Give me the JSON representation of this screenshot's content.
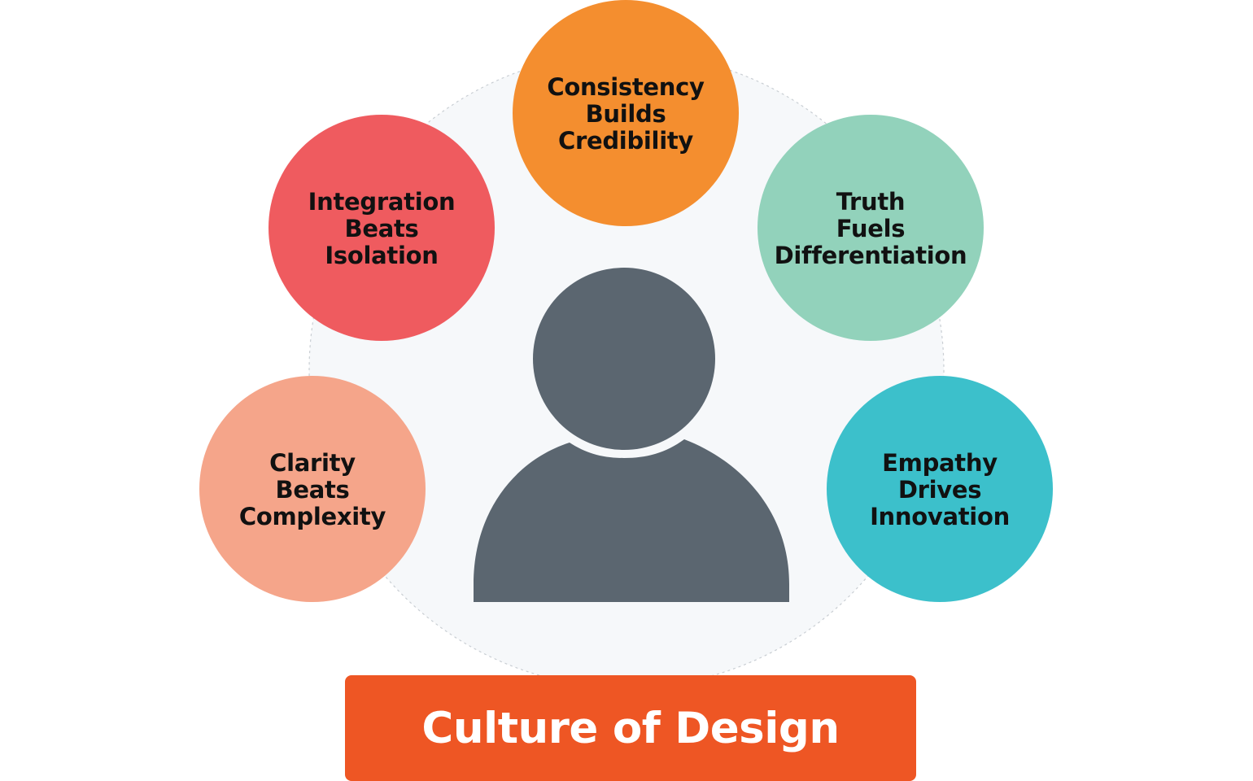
{
  "colors": {
    "backdrop_fill": "#f6f8fa",
    "backdrop_outline": "#c9ced3",
    "person_icon": "#5b6670",
    "consistency": "#f48e2f",
    "integration": "#ef5b5f",
    "truth": "#92d2bb",
    "clarity": "#f5a58a",
    "empathy": "#3cc0cb",
    "banner": "#ee5624",
    "banner_text": "#ffffff",
    "principle_text": "#111111"
  },
  "center_icon": "person-icon",
  "principles": {
    "consistency": {
      "lines": [
        "Consistency",
        "Builds",
        "Credibility"
      ]
    },
    "integration": {
      "lines": [
        "Integration",
        "Beats",
        "Isolation"
      ]
    },
    "truth": {
      "lines": [
        "Truth",
        "Fuels",
        "Differentiation"
      ]
    },
    "clarity": {
      "lines": [
        "Clarity",
        "Beats",
        "Complexity"
      ]
    },
    "empathy": {
      "lines": [
        "Empathy",
        "Drives",
        "Innovation"
      ]
    }
  },
  "banner": {
    "title": "Culture of Design"
  }
}
